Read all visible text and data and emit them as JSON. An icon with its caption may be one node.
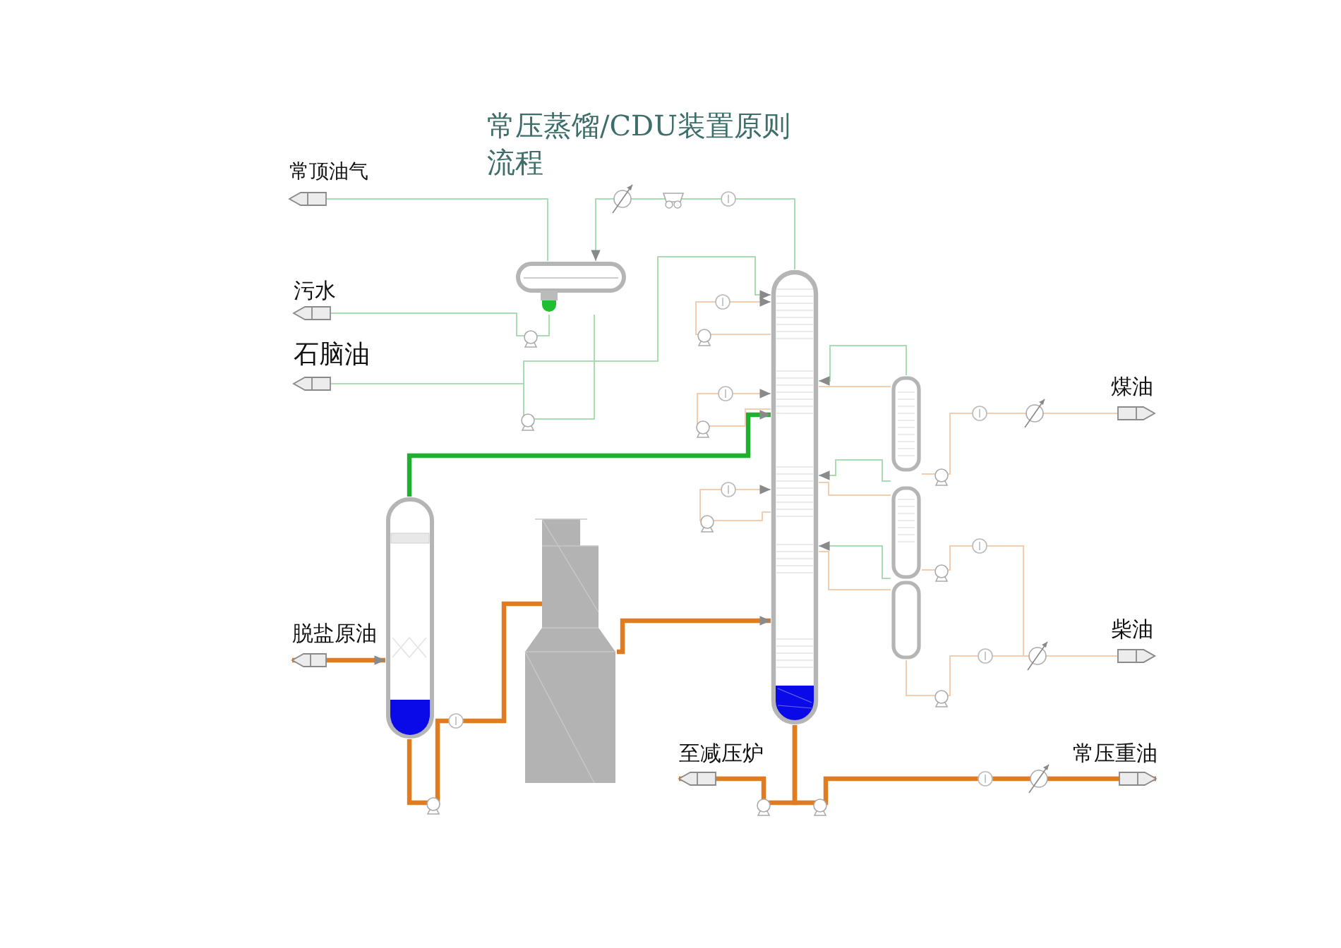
{
  "diagram": {
    "title": "常压蒸馏/CDU装置原则流程",
    "nodes": [
      {
        "text": [
          "常顶油气"
        ]
      },
      {
        "text": [],
        "shape": "cylinder"
      },
      {
        "text": [
          "污水"
        ]
      },
      {
        "text": [
          "石脑油"
        ]
      },
      {
        "text": [],
        "shape": "cylinder"
      },
      {
        "text": [],
        "shape": "cylinder"
      },
      {
        "text": [
          "煤油"
        ]
      },
      {
        "text": [],
        "shape": "cylinder"
      },
      {
        "text": [],
        "shape": "box"
      },
      {
        "text": [
          "脱盐原油"
        ]
      },
      {
        "text": [
          "柴油"
        ]
      },
      {
        "text": [
          "至减压炉"
        ]
      },
      {
        "text": [
          "常压重油"
        ]
      }
    ],
    "edges": [
      {
        "from": 4,
        "to": 1,
        "arrow": "to"
      },
      {
        "from": 1,
        "to": 0,
        "arrow": "to"
      },
      {
        "from": 1,
        "to": 2,
        "arrow": "to"
      },
      {
        "from": 1,
        "to": 3,
        "arrow": "to"
      },
      {
        "from": 1,
        "to": 4,
        "arrow": "to"
      },
      {
        "from": 9,
        "to": 7,
        "arrow": "both",
        "style": "thick",
        "color": "#e07b20"
      },
      {
        "from": 7,
        "to": 4,
        "arrow": "to",
        "style": "thick",
        "color": "#1fb02e"
      },
      {
        "from": 7,
        "to": 8,
        "arrow": "none",
        "style": "thick",
        "color": "#e07b20"
      },
      {
        "from": 8,
        "to": 4,
        "arrow": "to",
        "style": "thick",
        "color": "#e07b20"
      },
      {
        "from": 4,
        "to": 5,
        "arrow": "none",
        "color": "#f2cdb0"
      },
      {
        "from": 4,
        "to": 5,
        "arrow": "none",
        "color": "#f2cdb0"
      },
      {
        "from": 4,
        "to": 5,
        "arrow": "none",
        "color": "#f2cdb0"
      },
      {
        "from": 5,
        "to": 4,
        "arrow": "to"
      },
      {
        "from": 5,
        "to": 4,
        "arrow": "to"
      },
      {
        "from": 5,
        "to": 4,
        "arrow": "to"
      },
      {
        "from": 5,
        "to": 6,
        "arrow": "to",
        "color": "#f2cdb0"
      },
      {
        "from": 5,
        "to": 10,
        "arrow": "to",
        "color": "#f2cdb0"
      },
      {
        "from": 5,
        "to": 10,
        "arrow": "to",
        "color": "#f2cdb0"
      },
      {
        "from": 4,
        "to": 11,
        "arrow": "to",
        "style": "thick",
        "color": "#e07b20"
      },
      {
        "from": 4,
        "to": 12,
        "arrow": "to",
        "style": "thick",
        "color": "#e07b20"
      },
      {
        "from": 4,
        "to": 4,
        "arrow": "to",
        "color": "#f2cdb0"
      },
      {
        "from": 4,
        "to": 4,
        "arrow": "to",
        "color": "#f2cdb0"
      },
      {
        "from": 4,
        "to": 4,
        "arrow": "to",
        "color": "#f2cdb0"
      }
    ]
  }
}
